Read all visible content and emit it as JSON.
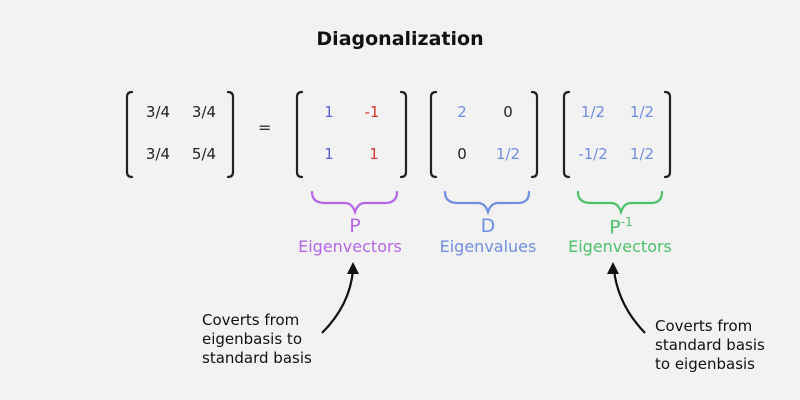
{
  "title": "Diagonalization",
  "equals": "=",
  "matrix_A": {
    "cells": [
      "3/4",
      "3/4",
      "3/4",
      "5/4"
    ]
  },
  "matrix_P": {
    "cells": [
      "1",
      "-1",
      "1",
      "1"
    ]
  },
  "matrix_D": {
    "cells": [
      "2",
      "0",
      "0",
      "1/2"
    ]
  },
  "matrix_Pinv": {
    "cells": [
      "1/2",
      "1/2",
      "-1/2",
      "1/2"
    ]
  },
  "labels": {
    "P": {
      "letter": "P",
      "word": "Eigenvectors"
    },
    "D": {
      "letter": "D",
      "word": "Eigenvalues"
    },
    "Pinv": {
      "letter": "P",
      "sup": "-1",
      "word": "Eigenvectors"
    }
  },
  "notes": {
    "left": [
      "Coverts from",
      "eigenbasis to",
      "standard basis"
    ],
    "right": [
      "Coverts from",
      "standard basis",
      "to eigenbasis"
    ]
  },
  "colors": {
    "black": "#222222",
    "blue": "#5b63d6",
    "red": "#d63a2f",
    "d_blue": "#6f8fe0",
    "purple": "#b565e6",
    "green": "#4cc16a"
  }
}
